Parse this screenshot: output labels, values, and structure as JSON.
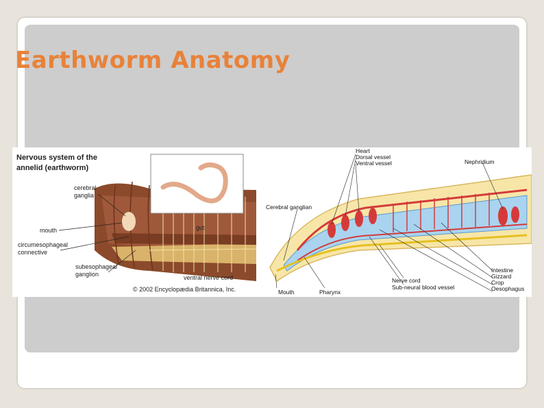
{
  "slide": {
    "title": "Earthworm Anatomy"
  },
  "left_figure": {
    "heading_line1": "Nervous system of the",
    "heading_line2": "annelid (earthworm)",
    "labels": {
      "cerebral_ganglia_1": "cerebral",
      "cerebral_ganglia_2": "ganglia",
      "mouth": "mouth",
      "circumesophageal_1": "circumesophageal",
      "circumesophageal_2": "connective",
      "subesophageal_1": "subesophageal",
      "subesophageal_2": "ganglion",
      "gut": "gut",
      "ventral_nerve_cord": "ventral nerve cord"
    },
    "copyright": "© 2002 Encyclopædia Britannica, Inc."
  },
  "right_figure": {
    "labels": {
      "heart": "Heart",
      "dorsal_vessel": "Dorsal vessel",
      "ventral_vessel": "Ventral vessel",
      "nephridium": "Nephridium",
      "cerebral_ganglion": "Cerebral ganglian",
      "mouth": "Mouth",
      "pharynx": "Pharynx",
      "nerve_cord": "Nerve cord",
      "sub_neural": "Sub-neural blood vessel",
      "intestine": "Intestine",
      "gizzard": "Gizzard",
      "crop": "Crop",
      "oesophagus": "Oesophagus"
    }
  }
}
